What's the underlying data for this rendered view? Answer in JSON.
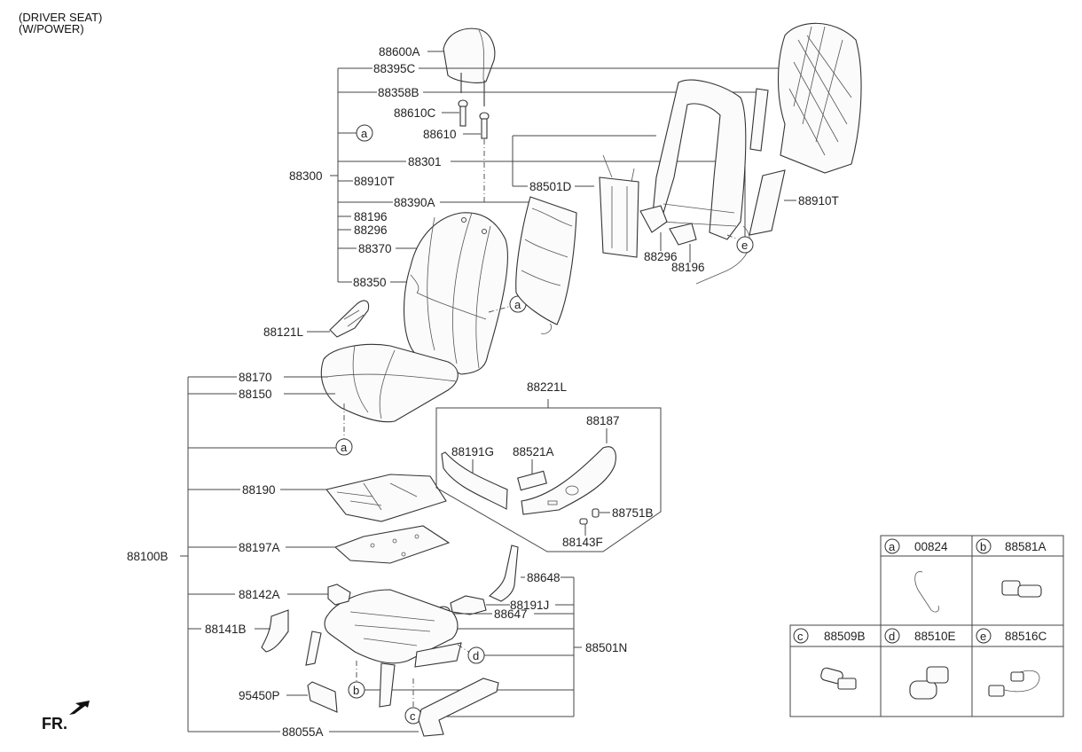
{
  "header": {
    "line1": "(DRIVER SEAT)",
    "line2": "(W/POWER)"
  },
  "parts": {
    "p88600A": "88600A",
    "p88395C": "88395C",
    "p88358B": "88358B",
    "p88610C": "88610C",
    "p88610": "88610",
    "p88301": "88301",
    "p88300": "88300",
    "p88910T_left": "88910T",
    "p88501D": "88501D",
    "p88390A": "88390A",
    "p88196_left": "88196",
    "p88296_left": "88296",
    "p88370": "88370",
    "p88350": "88350",
    "p88910T_right": "88910T",
    "p88296_right": "88296",
    "p88196_right": "88196",
    "p88121L": "88121L",
    "p88170": "88170",
    "p88150": "88150",
    "p88221L": "88221L",
    "p88187": "88187",
    "p88191G": "88191G",
    "p88521A": "88521A",
    "p88751B": "88751B",
    "p88143F": "88143F",
    "p88190": "88190",
    "p88197A": "88197A",
    "p88100B": "88100B",
    "p88648": "88648",
    "p88142A": "88142A",
    "p88191J": "88191J",
    "p88647": "88647",
    "p88141B": "88141B",
    "p88501N": "88501N",
    "p95450P": "95450P",
    "p88055A": "88055A"
  },
  "callouts": {
    "a": "a",
    "b": "b",
    "c": "c",
    "d": "d",
    "e": "e"
  },
  "reference_table": [
    {
      "key": "a",
      "part": "00824"
    },
    {
      "key": "b",
      "part": "88581A"
    },
    {
      "key": "c",
      "part": "88509B"
    },
    {
      "key": "d",
      "part": "88510E"
    },
    {
      "key": "e",
      "part": "88516C"
    }
  ],
  "front_indicator": {
    "label": "FR.",
    "icon": "arrow-front-icon"
  }
}
